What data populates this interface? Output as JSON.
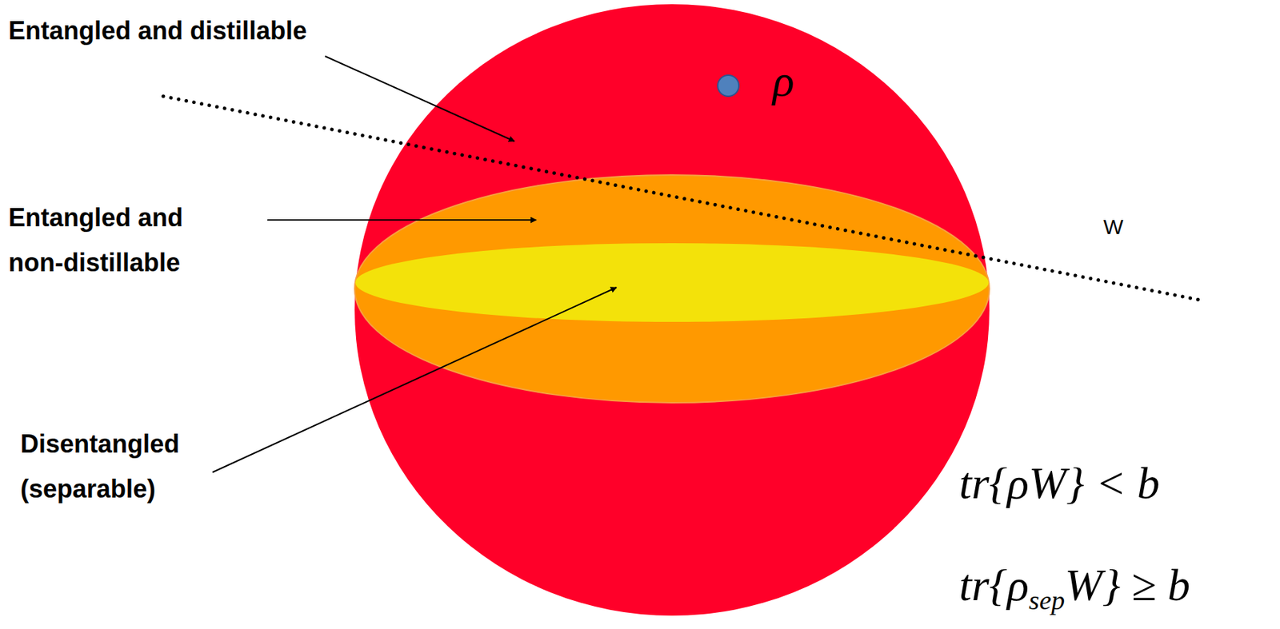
{
  "diagram": {
    "labels": [
      "Entangled and distillable",
      "ρ",
      "Entangled and non-distillable",
      "W",
      "Disentangled (separable)",
      "tr{ρW} < b",
      "tr{ρ",
      "sep",
      "W} ≥ b"
    ]
  }
}
